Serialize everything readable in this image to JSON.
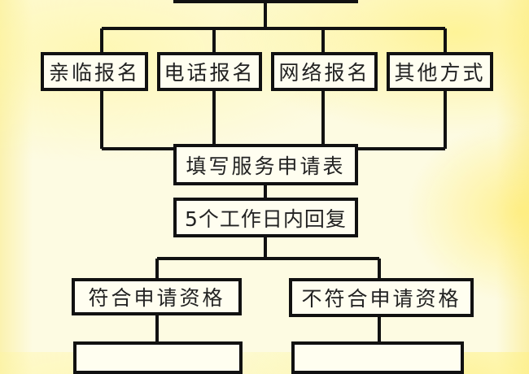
{
  "flowchart": {
    "channels": [
      "亲临报名",
      "电话报名",
      "网络报名",
      "其他方式"
    ],
    "step_fill_form": "填写服务申请表",
    "step_reply": "5个工作日内回复",
    "outcomes": [
      "符合申请资格",
      "不符合申请资格"
    ]
  }
}
